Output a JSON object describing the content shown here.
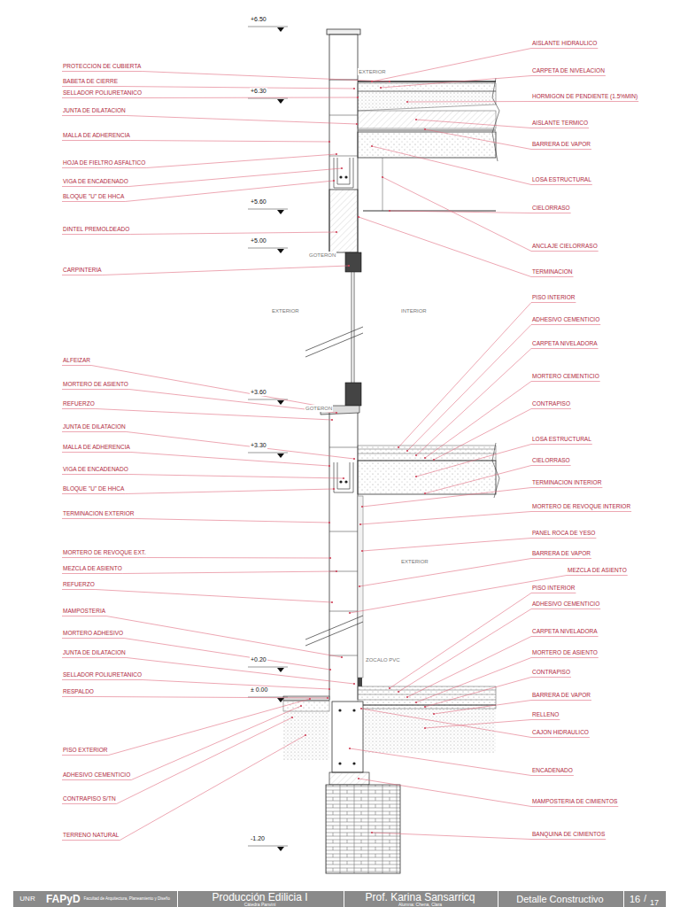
{
  "diagram": {
    "nodes": [
      {
        "text": [
          "UNR"
        ]
      },
      {
        "text": [
          "FAPyD",
          "Facultad de Arquitectura, Planeamiento y Diseño"
        ]
      },
      {
        "text": [
          "Producción Edilicia I",
          "Cátedra Panvini"
        ]
      },
      {
        "text": [
          "Prof. Karina Sansarricq",
          "Alumna: Chena, Clara"
        ]
      },
      {
        "text": [
          "Detalle Constructivo"
        ]
      },
      {
        "text": [
          "16",
          "/",
          "17"
        ]
      }
    ],
    "labels": [
      "PROTECCION DE CUBIERTA",
      "BABETA DE CIERRE",
      "SELLADOR POLIURETANICO",
      "JUNTA DE DILATACION",
      "MALLA DE ADHERENCIA",
      "HOJA DE FIELTRO ASFALTICO",
      "VIGA DE ENCADENADO",
      "BLOQUE \"U\" DE HHCA",
      "DINTEL PREMOLDEADO",
      "CARPINTERIA",
      "ALFEIZAR",
      "MORTERO DE ASIENTO",
      "REFUERZO",
      "JUNTA DE DILATACION",
      "MALLA DE ADHERENCIA",
      "VIGA DE ENCADENADO",
      "BLOQUE \"U\" DE HHCA",
      "TERMINACION EXTERIOR",
      "MORTERO DE REVOQUE EXT.",
      "MEZCLA DE ASIENTO",
      "REFUERZO",
      "MAMPOSTERIA",
      "MORTERO ADHESIVO",
      "JUNTA DE DILATACION",
      "SELLADOR POLIURETANICO",
      "RESPALDO",
      "PISO EXTERIOR",
      "ADHESIVO CEMENTICIO",
      "CONTRAPISO S/TN",
      "TERRENO NATURAL",
      "AISLANTE HIDRAULICO",
      "CARPETA DE NIVELACION",
      "HORMIGON DE PENDIENTE (1.5%MIN)",
      "AISLANTE TERMICO",
      "BARRERA DE VAPOR",
      "LOSA ESTRUCTURAL",
      "CIELORRASO",
      "ANCLAJE CIELORRASO",
      "TERMINACION",
      "PISO INTERIOR",
      "ADHESIVO CEMENTICIO",
      "CARPETA NIVELADORA",
      "MORTERO CEMENTICIO",
      "CONTRAPISO",
      "LOSA ESTRUCTURAL",
      "CIELORRASO",
      "TERMINACION INTERIOR",
      "MORTERO DE REVOQUE INTERIOR",
      "PANEL ROCA DE YESO",
      "BARRERA DE VAPOR",
      "MEZCLA DE ASIENTO",
      "PISO INTERIOR",
      "ADHESIVO CEMENTICIO",
      "CARPETA NIVELADORA",
      "MORTERO DE ASIENTO",
      "CONTRAPISO",
      "BARRERA DE VAPOR",
      "RELLENO",
      "CAJON HIDRAULICO",
      "ENCADENADO",
      "MAMPOSTERIA DE CIMIENTOS",
      "BANQUINA DE CIMIENTOS",
      "+6.50",
      "+6.30",
      "+5.60",
      "+5.00",
      "+3.60",
      "+3.30",
      "+0.20",
      "± 0.00",
      "-1.20",
      "EXTERIOR",
      "GOTERON",
      "EXTERIOR",
      "INTERIOR",
      "GOTERON",
      "EXTERIOR",
      "ZOCALO PVC"
    ]
  }
}
